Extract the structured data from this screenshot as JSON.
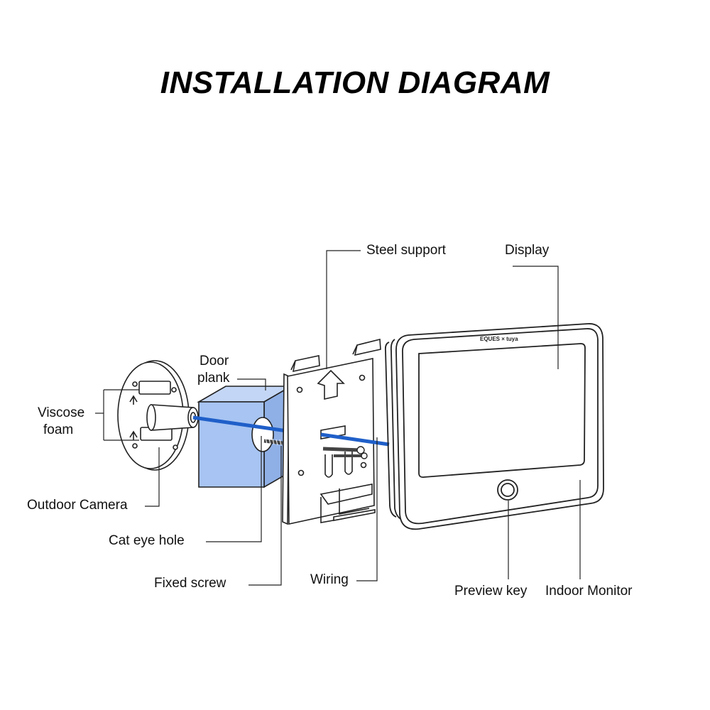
{
  "title": "INSTALLATION DIAGRAM",
  "labels": {
    "steel_support": "Steel support",
    "display": "Display",
    "door_plank_line1": "Door",
    "door_plank_line2": "plank",
    "viscose_line1": "Viscose",
    "viscose_line2": "foam",
    "outdoor_camera": "Outdoor Camera",
    "cat_eye_hole": "Cat eye hole",
    "fixed_screw": "Fixed screw",
    "wiring": "Wiring",
    "preview_key": "Preview key",
    "indoor_monitor": "Indoor Monitor",
    "brand": "EQUES × tuya",
    "up_mark": "UP"
  },
  "colors": {
    "door_plank": "#a7c4f2",
    "wiring": "#1f5fc9",
    "line": "#222222"
  }
}
